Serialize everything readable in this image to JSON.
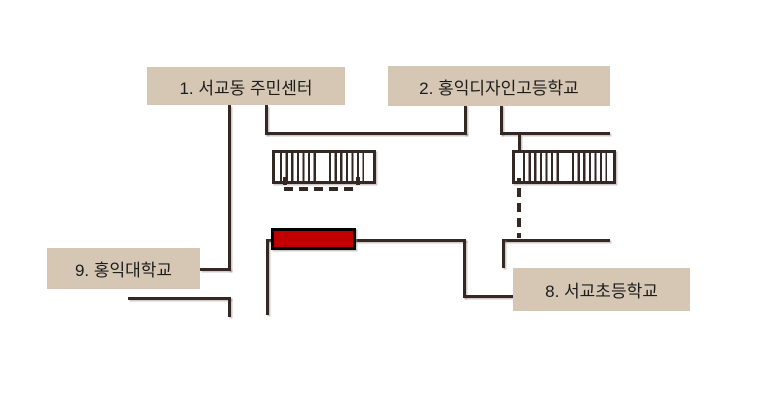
{
  "map": {
    "labels": [
      {
        "number": "1",
        "text": "1. 서교동 주민센터"
      },
      {
        "number": "2",
        "text": "2. 홍익디자인고등학교"
      },
      {
        "number": "9",
        "text": "9. 홍익대학교"
      },
      {
        "number": "8",
        "text": "8. 서교초등학교"
      }
    ],
    "icons": {
      "subway_exit": "hatched-rectangle-symbol",
      "underground_passage": "dashed-line",
      "highlight_marker": "red-rectangle"
    },
    "colors": {
      "label_bg": "#d6c7b4",
      "street": "#332824",
      "highlight_fill": "#c00000",
      "highlight_border": "#000000",
      "text": "#1c1c1c"
    }
  }
}
